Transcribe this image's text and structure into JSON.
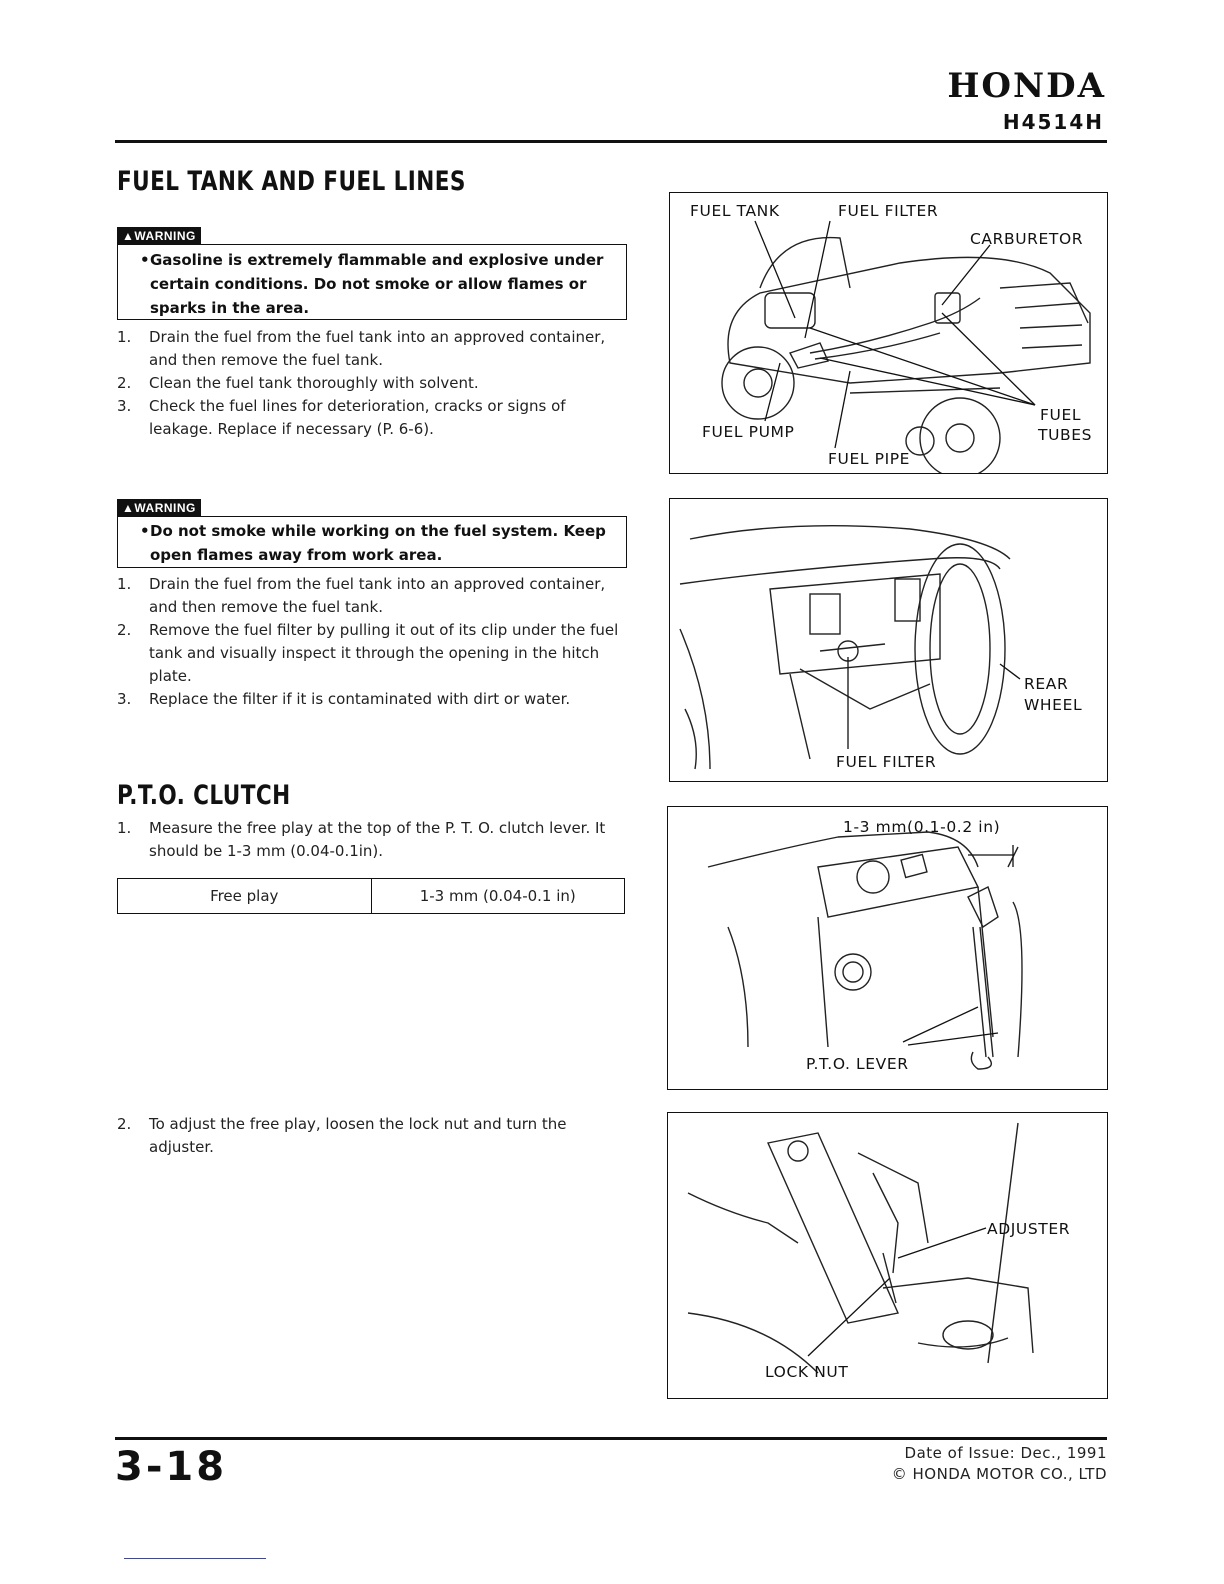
{
  "header": {
    "brand": "HONDA",
    "model": "H4514H"
  },
  "fuel_section": {
    "title": "FUEL TANK AND FUEL LINES",
    "warning1": {
      "tag": "▲WARNING",
      "bullet": "•",
      "text": "Gasoline is extremely flammable and explosive under certain conditions. Do not smoke or allow flames or sparks in the area."
    },
    "steps1": [
      {
        "num": "1.",
        "text": "Drain the fuel from the fuel tank into an approved container, and then remove the fuel tank."
      },
      {
        "num": "2.",
        "text": "Clean the fuel tank thoroughly with solvent."
      },
      {
        "num": "3.",
        "text": "Check the fuel lines for deterioration, cracks or signs of leakage. Replace if necessary (P. 6-6)."
      }
    ],
    "warning2": {
      "tag": "▲WARNING",
      "bullet": "•",
      "text": "Do not smoke while working on the fuel system. Keep open flames away from work area."
    },
    "steps2": [
      {
        "num": "1.",
        "text": "Drain the fuel from the fuel tank into an approved container, and then remove the fuel tank."
      },
      {
        "num": "2.",
        "text": "Remove the fuel filter by pulling it out of its clip under the fuel tank and visually inspect it through the opening in the hitch plate."
      },
      {
        "num": "3.",
        "text": "Replace the filter if it is contaminated with dirt or water."
      }
    ]
  },
  "pto_section": {
    "title": "P.T.O. CLUTCH",
    "step1": {
      "num": "1.",
      "text": "Measure the free play at the top of the P. T. O. clutch lever. It should be 1-3 mm (0.04-0.1in)."
    },
    "spec": {
      "label": "Free play",
      "value": "1-3 mm (0.04-0.1 in)"
    },
    "step2": {
      "num": "2.",
      "text": "To adjust the free play, loosen the lock nut and turn the adjuster."
    }
  },
  "figures": {
    "fig1": {
      "fuel_tank": "FUEL TANK",
      "fuel_filter": "FUEL FILTER",
      "carburetor": "CARBURETOR",
      "fuel_pump": "FUEL PUMP",
      "fuel_pipe": "FUEL PIPE",
      "fuel": "FUEL",
      "tubes": "TUBES"
    },
    "fig2": {
      "rear": "REAR",
      "wheel": "WHEEL",
      "fuel_filter": "FUEL FILTER"
    },
    "fig3": {
      "dimension": "1-3 mm(0.1-0.2 in)",
      "pto_lever": "P.T.O. LEVER"
    },
    "fig4": {
      "adjuster": "ADJUSTER",
      "lock_nut": "LOCK NUT"
    }
  },
  "footer": {
    "page_number": "3-18",
    "date": "Date of Issue: Dec., 1991",
    "copyright": "© HONDA MOTOR CO., LTD"
  }
}
